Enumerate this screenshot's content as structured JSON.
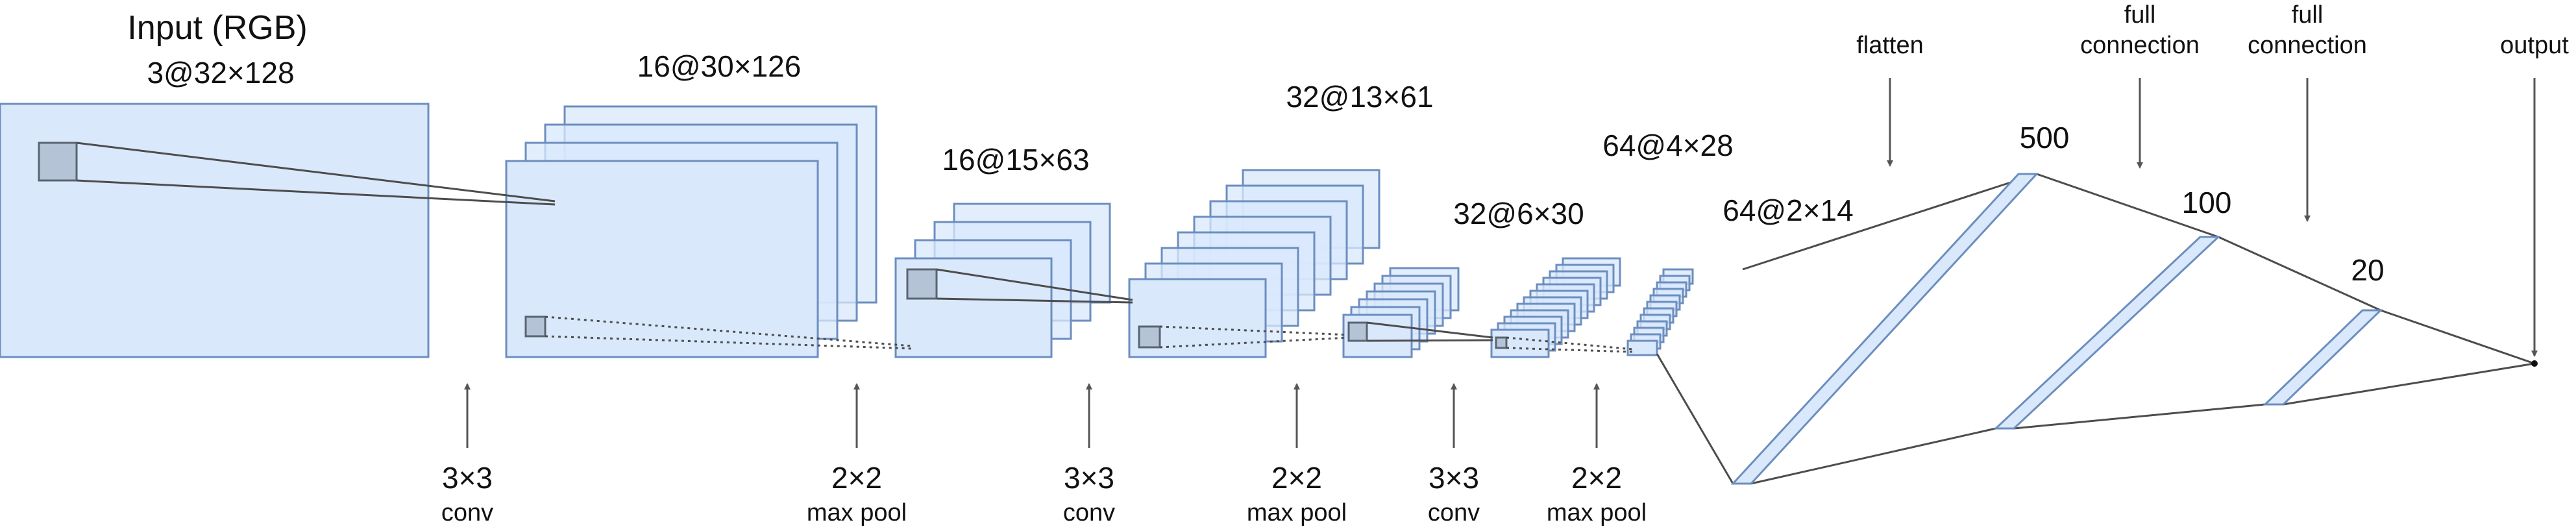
{
  "colors": {
    "fill": "#dae8fc",
    "stroke": "#6c8ebf",
    "kernel_fill": "#b4c3d6",
    "kernel_stroke": "#5a6472",
    "line": "#4d4d4d",
    "arrow": "#555555",
    "text": "#111111"
  },
  "layers": [
    {
      "title": "Input (RGB)",
      "label": "3@32×128"
    },
    {
      "label": "16@30×126"
    },
    {
      "label": "16@15×63"
    },
    {
      "label": "32@13×61"
    },
    {
      "label": "32@6×30"
    },
    {
      "label": "64@4×28"
    },
    {
      "label": "64@2×14"
    }
  ],
  "operations": [
    {
      "main": "3×3",
      "sub": "conv"
    },
    {
      "main": "2×2",
      "sub": "max pool"
    },
    {
      "main": "3×3",
      "sub": "conv"
    },
    {
      "main": "2×2",
      "sub": "max pool"
    },
    {
      "main": "3×3",
      "sub": "conv"
    },
    {
      "main": "2×2",
      "sub": "max pool"
    }
  ],
  "dense": [
    {
      "label": "500"
    },
    {
      "label": "100"
    },
    {
      "label": "20"
    }
  ],
  "top_ops": [
    {
      "lines": [
        "flatten"
      ]
    },
    {
      "lines": [
        "full",
        "connection"
      ]
    },
    {
      "lines": [
        "full",
        "connection"
      ]
    },
    {
      "lines": [
        "output"
      ]
    }
  ]
}
